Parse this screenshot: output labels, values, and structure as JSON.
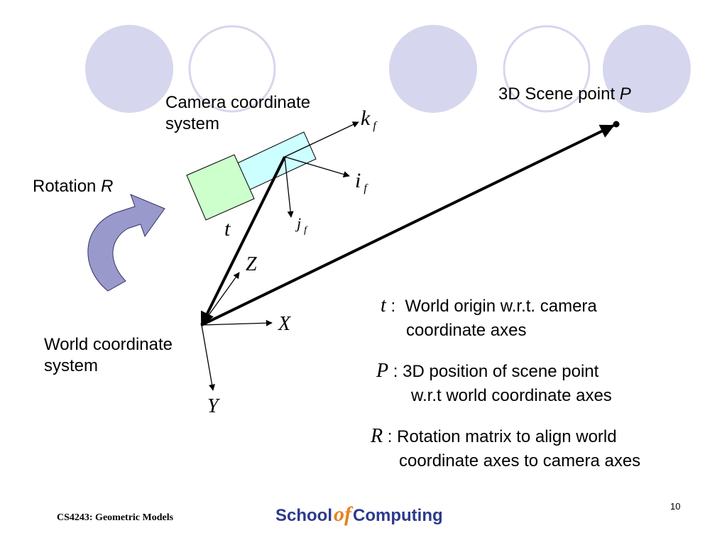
{
  "colors": {
    "circle_fill": "#d6d6ee",
    "circle_stroke": "#d6d6ee",
    "camera_body": "#ccffff",
    "camera_lens": "#ccffcc",
    "rotation_arrow": "#9999cc",
    "logo_blue": "#2d3a8c",
    "logo_orange": "#e8821e"
  },
  "labels": {
    "camera_system": [
      "Camera coordinate",
      "system"
    ],
    "world_system": [
      "World coordinate",
      "system"
    ],
    "scene_point_text": "3D Scene point ",
    "scene_point_sym": "P",
    "rotation_text": "Rotation ",
    "rotation_sym": "R",
    "k": "k",
    "i": "i",
    "j": "j",
    "f": "f",
    "t": "t",
    "Z": "Z",
    "X": "X",
    "Y": "Y"
  },
  "definitions": [
    {
      "sym": "t",
      "sep": " :  ",
      "line1": "World origin w.r.t. camera",
      "line2": "coordinate axes"
    },
    {
      "sym": "P",
      "sep": " : ",
      "line1": "3D position of scene point",
      "line2": "w.r.t world coordinate axes"
    },
    {
      "sym": "R",
      "sep": " : ",
      "line1": "Rotation matrix to align world",
      "line2": "coordinate axes to camera axes"
    }
  ],
  "footer": {
    "course": "CS4243: Geometric Models",
    "logo_school": "School",
    "logo_of": "of",
    "logo_computing": "Computing",
    "page": "10"
  }
}
